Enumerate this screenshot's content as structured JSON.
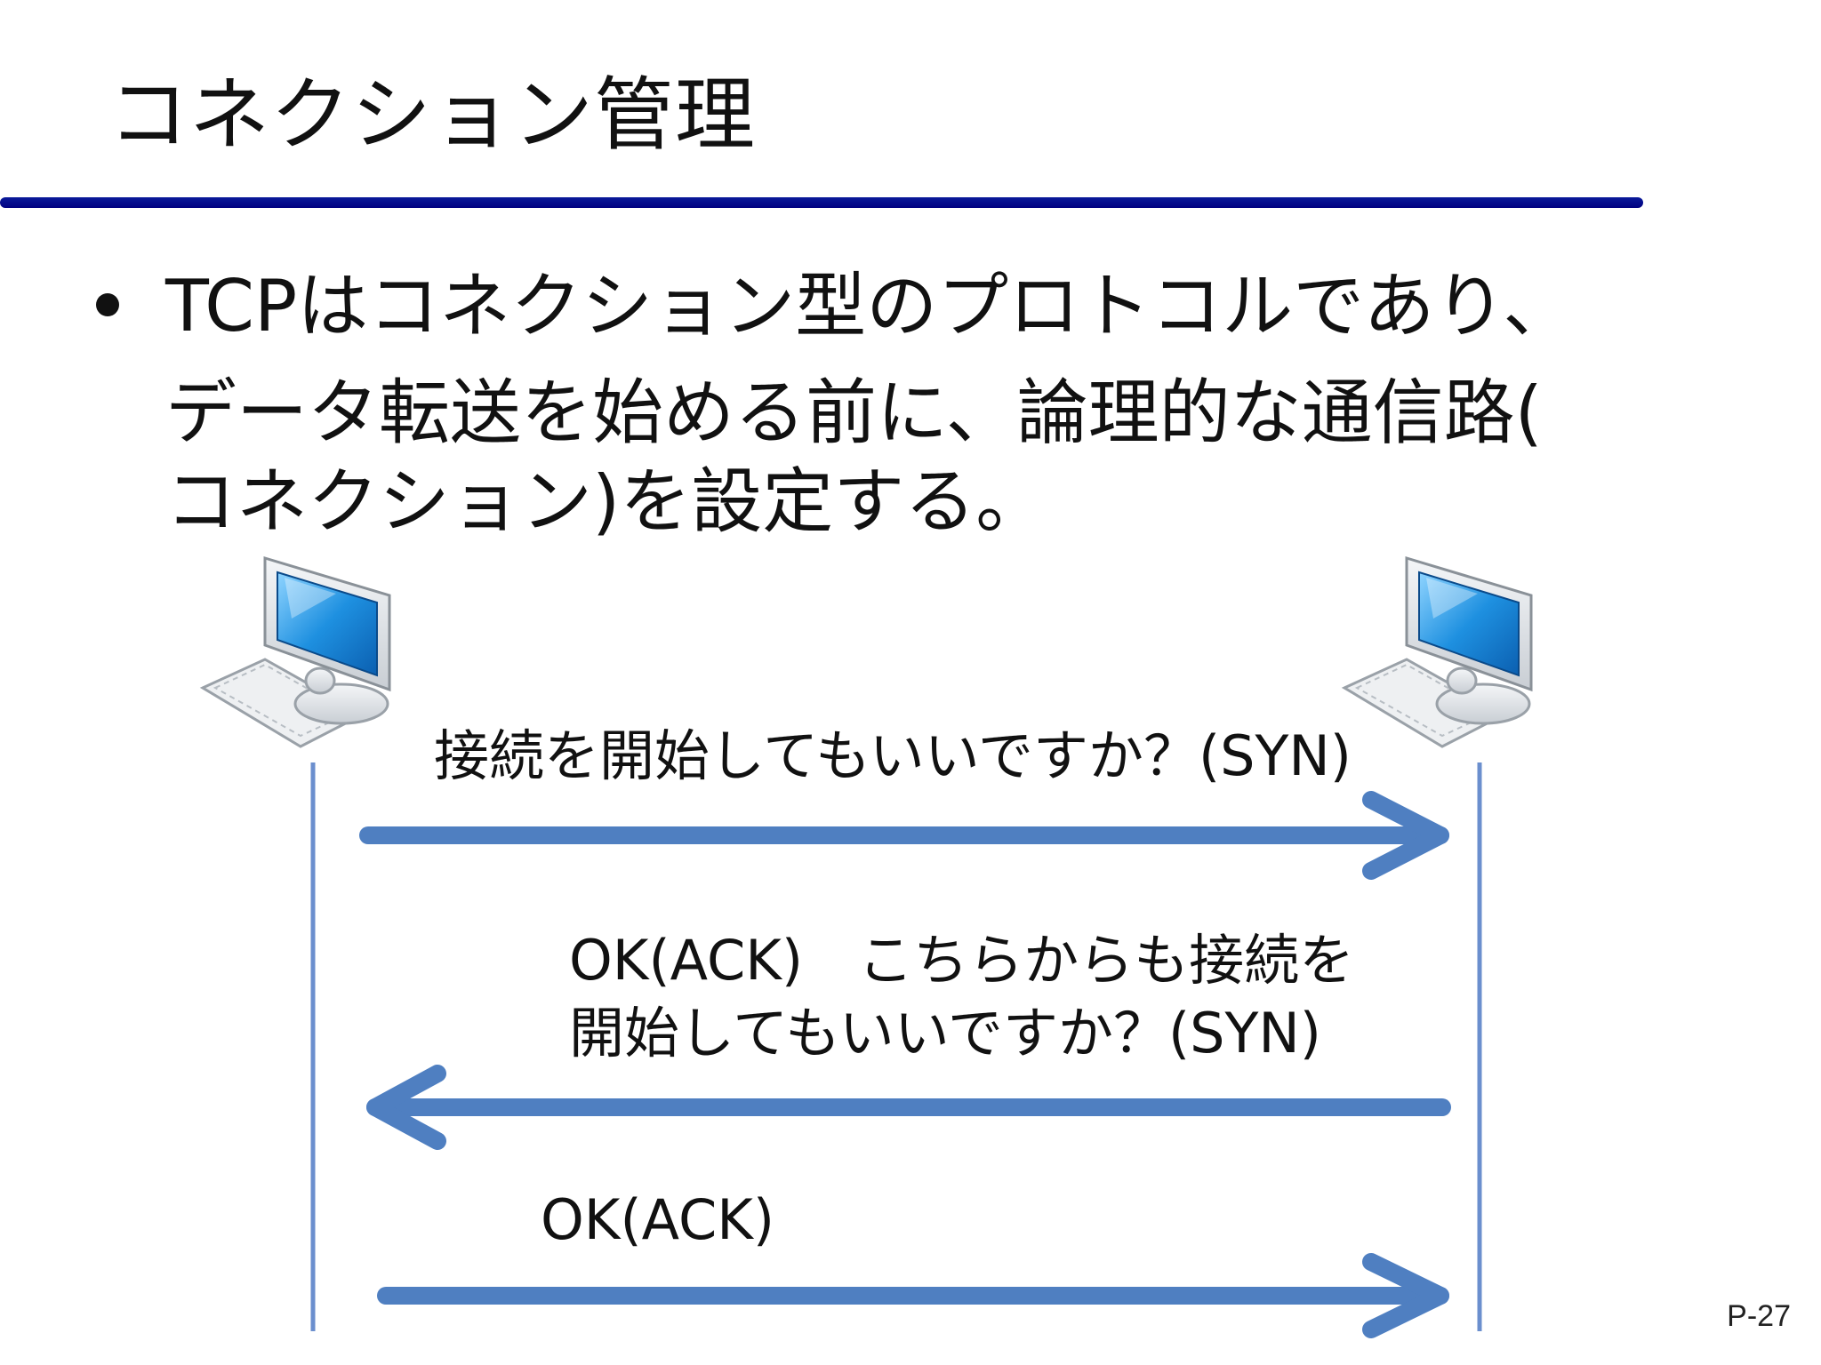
{
  "slide": {
    "title": "コネクション管理",
    "bullet_lines": [
      "TCPはコネクション型のプロトコルであり、",
      "データ転送を始める前に、論理的な通信路(",
      "コネクション)を設定する。"
    ],
    "page_number": "P-27"
  },
  "diagram": {
    "nodes": [
      {
        "id": "left-computer",
        "icon": "computer-icon"
      },
      {
        "id": "right-computer",
        "icon": "computer-icon"
      }
    ],
    "messages": [
      {
        "direction": "left-to-right",
        "lines": [
          "接続を開始してもいいですか？(SYN)"
        ]
      },
      {
        "direction": "right-to-left",
        "lines": [
          "OK(ACK)　こちらからも接続を",
          "開始してもいいですか？(SYN)"
        ]
      },
      {
        "direction": "left-to-right",
        "lines": [
          "OK(ACK)"
        ]
      }
    ],
    "colors": {
      "arrow": "#4f7fc1",
      "lifeline": "#6b8fce",
      "title_rule": "#000080",
      "screen": "#1e90e0"
    }
  }
}
